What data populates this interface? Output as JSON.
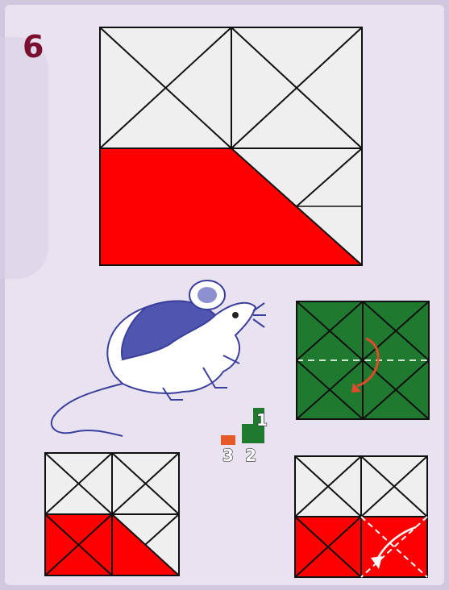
{
  "step_number": "6",
  "step_labels": [
    "1",
    "2",
    "3"
  ],
  "colors": {
    "red": "#ff0000",
    "white": "#efefef",
    "green": "#1f7a30",
    "line": "#111111",
    "number": "#7a1030",
    "mouse": "#3b3f9c"
  },
  "icons": [
    "mouse-illustration",
    "fold-arrow-icon",
    "steps-icon"
  ]
}
